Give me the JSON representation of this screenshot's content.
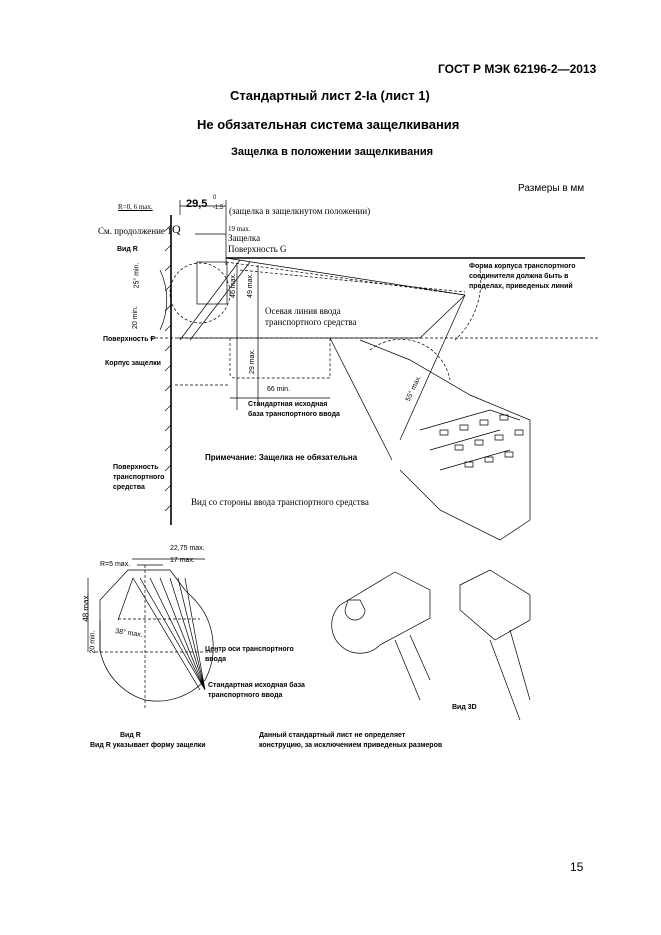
{
  "header": {
    "standard": "ГОСТ Р МЭК 62196-2—2013"
  },
  "titles": {
    "sheet": "Стандартный лист 2-Ia (лист 1)",
    "system": "Не обязательная система защелкивания",
    "subtitle": "Защелка в положении защелкивания"
  },
  "units": "Размеры в мм",
  "side_view": {
    "r_label": "R=0, 6 max.",
    "dim_main": "29,5",
    "dim_tol_upper": "0",
    "dim_tol_lower": "-1,5",
    "dim_note": "(защелка в защелкнутом положении)",
    "see_extension": "См. продолжение 1",
    "q_label": "Q",
    "view_r": "Вид  R",
    "dim_19": "19 max.",
    "latch": "Защелка",
    "surface_g": "Поверхность G",
    "housing_note": [
      "Форма корпуса транспортного",
      "соединителя должна быть в",
      "пределах, приведеных линий"
    ],
    "angle_25": "25° min.",
    "dim_20": "20 min.",
    "dim_46": "46 max.",
    "dim_49": "49 max.",
    "axis_line": [
      "Осевая линия ввода",
      "транспортного средства"
    ],
    "surface_p": "Поверхность Р",
    "latch_body": "Корпус защелки",
    "dim_29": "29 max.",
    "dim_66": "66 min.",
    "angle_55": "55° max.",
    "std_base": [
      "Стандартная исходная",
      "база транспортного ввода"
    ],
    "vehicle_surface": [
      "Поверхность",
      "транспортного",
      "средства"
    ],
    "note": "Примечание: Защелка не обязательна",
    "caption": "Вид со стороны ввода транспортного средства"
  },
  "front_view": {
    "dim_2275": "22,75 max.",
    "dim_17": "17 max.",
    "r5": "R=5 max.",
    "dim_48": "48 max.",
    "dim_20": "20 min.",
    "angle_38": "38° max.",
    "center": [
      "Центр оси транспортного",
      "ввода"
    ],
    "std_base": [
      "Стандартная исходная база",
      "транспортного ввода"
    ],
    "view_label": "Вид  R",
    "view_desc": "Вид R указывает форму защелки"
  },
  "view3d": {
    "label": "Вид  3D"
  },
  "footnote": [
    "Данный стандартный лист не определяет",
    "конструцию, за исключением приведеных размеров"
  ],
  "page_number": "15"
}
